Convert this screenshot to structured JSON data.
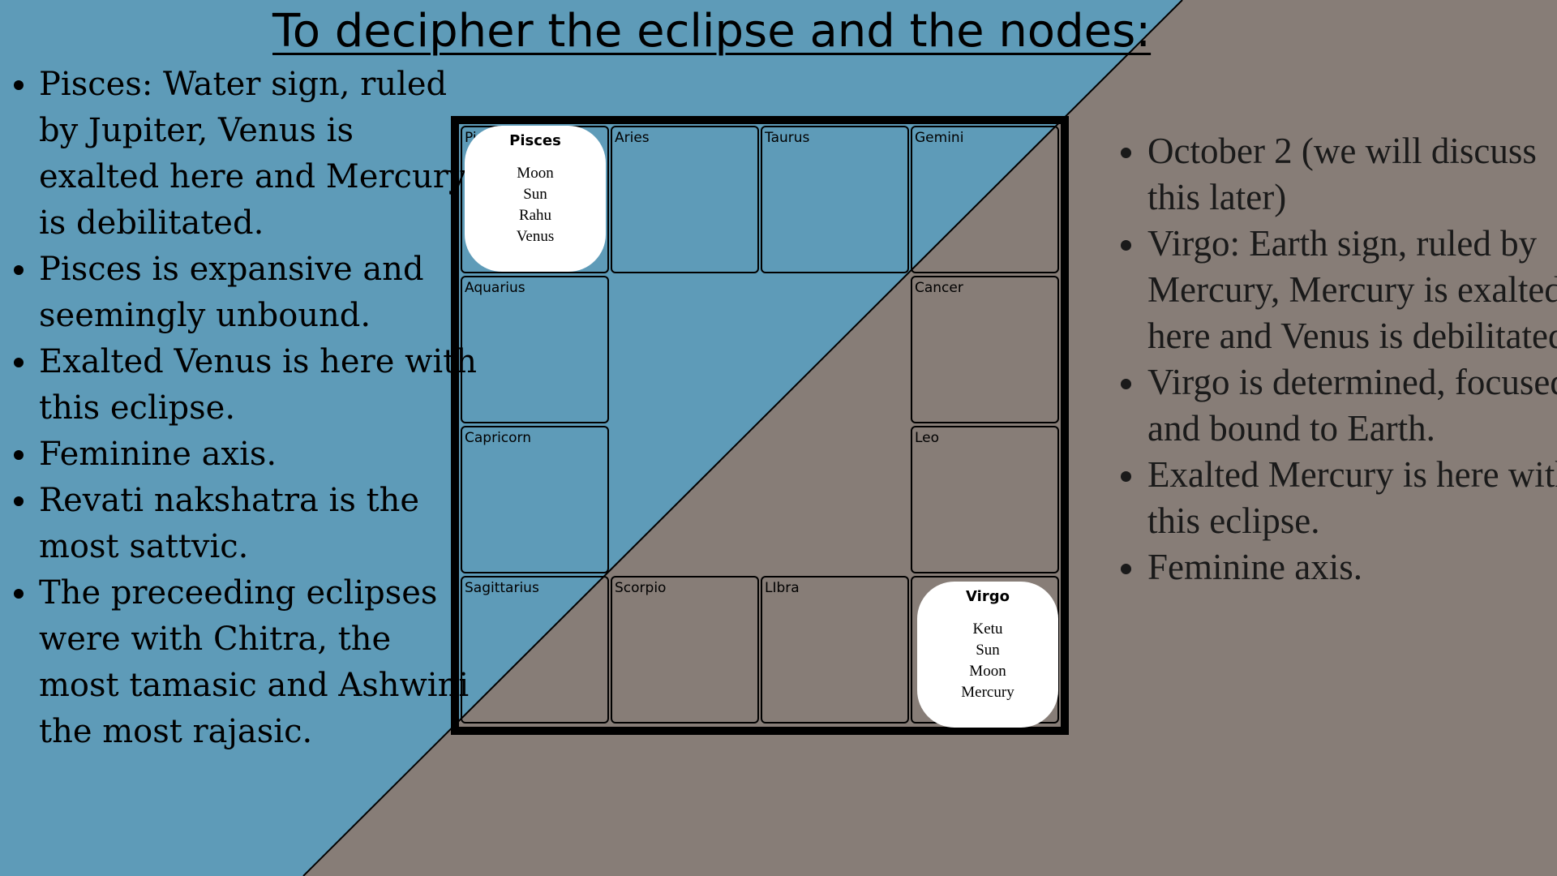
{
  "title": "To decipher the eclipse and the nodes:",
  "colors": {
    "blue": "#5e9bb8",
    "taupe": "#877d77",
    "line": "#000000",
    "badge": "#ffffff"
  },
  "left_bullets": [
    "Pisces: Water sign, ruled by Jupiter, Venus is exalted here and Mercury is debilitated.",
    "Pisces is expansive and seemingly unbound.",
    "Exalted Venus is here with this eclipse.",
    "Feminine axis.",
    "Revati nakshatra is the most sattvic.",
    "The preceeding eclipses were with Chitra, the most tamasic and Ashwini the most rajasic."
  ],
  "right_bullets": [
    "October 2 (we will discuss this later)",
    "Virgo: Earth sign, ruled by Mercury, Mercury is exalted here and Venus is debilitated.",
    "Virgo is determined, focused and bound to Earth.",
    "Exalted Mercury is here with this eclipse.",
    "Feminine axis."
  ],
  "chart": {
    "signs": {
      "pisces": "Pisces",
      "aries": "Aries",
      "taurus": "Taurus",
      "gemini": "Gemini",
      "aquarius": "Aquarius",
      "cancer": "Cancer",
      "capricorn": "Capricorn",
      "leo": "Leo",
      "sagittarius": "Sagittarius",
      "scorpio": "Scorpio",
      "libra": "LIbra",
      "virgo": "Virgo"
    },
    "pisces_planets": [
      "Moon",
      "Sun",
      "Rahu",
      "Venus"
    ],
    "virgo_planets": [
      "Ketu",
      "Sun",
      "Moon",
      "Mercury"
    ]
  }
}
